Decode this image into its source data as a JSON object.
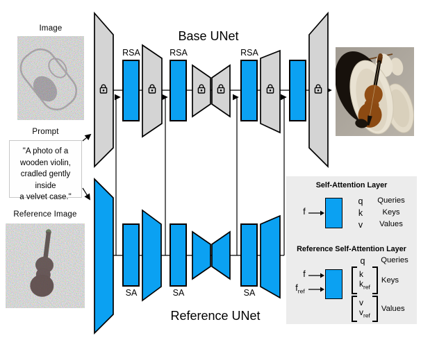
{
  "colors": {
    "accent_blue": "#0ba1f2",
    "block_gray": "#d4d4d4",
    "legend_bg": "#ececec",
    "outline": "#000000"
  },
  "inputs": {
    "image_caption": "Image",
    "prompt_caption": "Prompt",
    "prompt_lines": [
      "\"A photo of a",
      "wooden violin,",
      "cradled gently inside",
      "a velvet case.\""
    ],
    "reference_image_caption": "Reference Image"
  },
  "base_unet": {
    "title": "Base UNet",
    "rsa_label": "RSA"
  },
  "reference_unet": {
    "title": "Reference UNet",
    "sa_label": "SA"
  },
  "legend": {
    "self_attention": {
      "title": "Self-Attention Layer",
      "input_label": "f",
      "rows": [
        {
          "symbol": "q",
          "name": "Queries"
        },
        {
          "symbol": "k",
          "name": "Keys"
        },
        {
          "symbol": "v",
          "name": "Values"
        }
      ]
    },
    "reference_self_attention": {
      "title": "Reference Self-Attention Layer",
      "q_symbol": "q",
      "q_name": "Queries",
      "input_label": "f",
      "ref_input_base": "f",
      "ref_subscript": "ref",
      "k_symbol": "k",
      "k_ref_base": "k",
      "k_name": "Keys",
      "v_symbol": "v",
      "v_ref_base": "v",
      "v_name": "Values"
    }
  },
  "icons": {
    "lock": "padlock-outline",
    "arrow": "right-arrowhead"
  }
}
